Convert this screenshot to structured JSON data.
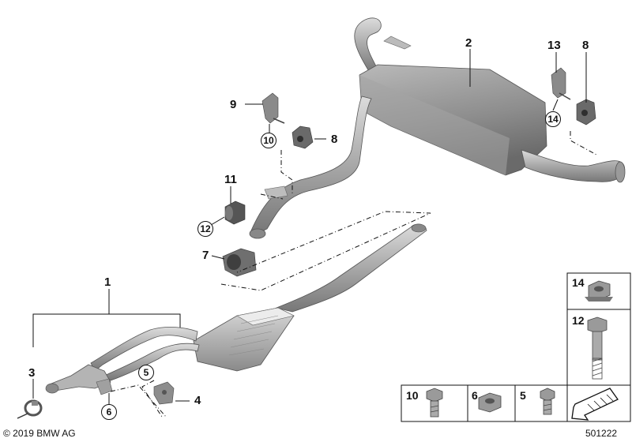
{
  "labels": {
    "p1": "1",
    "p2": "2",
    "p3": "3",
    "p4": "4",
    "p5": "5",
    "p6": "6",
    "p7": "7",
    "p8a": "8",
    "p8b": "8",
    "p9": "9",
    "p10": "10",
    "p11": "11",
    "p12": "12",
    "p13": "13",
    "p14": "14"
  },
  "legend": {
    "b14": "14",
    "b12": "12",
    "b10": "10",
    "b6": "6",
    "b5": "5"
  },
  "footer": {
    "copyright": "© 2019 BMW AG",
    "diagram_number": "501222"
  },
  "colors": {
    "part_light": "#c8c8c8",
    "part_mid": "#9a9a9a",
    "part_dark": "#6e6e6e",
    "line": "#111111"
  }
}
